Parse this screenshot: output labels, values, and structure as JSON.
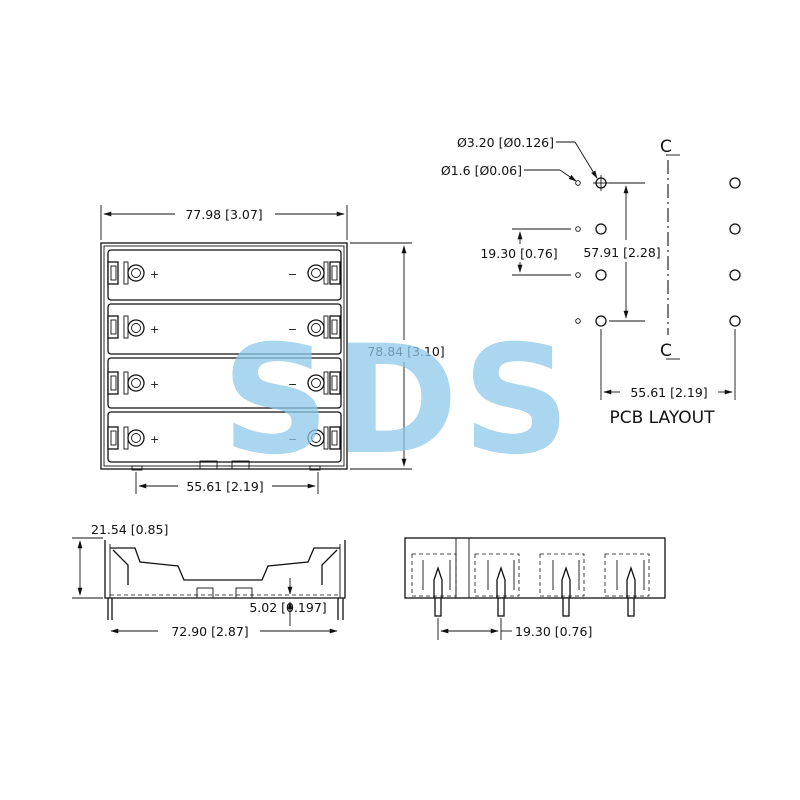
{
  "top_view": {
    "width_dim": "77.98 [3.07]",
    "height_dim": "78.84 [3.10]",
    "pin_span_dim": "55.61 [2.19]",
    "plus_sign": "+",
    "minus_sign": "−"
  },
  "pcb_layout": {
    "title": "PCB LAYOUT",
    "large_hole_dim": "Ø3.20 [Ø0.126]",
    "small_hole_dim": "Ø1.6 [Ø0.06]",
    "pitch_dim": "19.30 [0.76]",
    "row_span_dim": "57.91 [2.28]",
    "col_span_dim": "55.61 [2.19]",
    "centerline_top": "C",
    "centerline_bottom": "C"
  },
  "side_view": {
    "height_dim": "21.54 [0.85]",
    "pin_dim": "5.02 [0.197]",
    "length_dim": "72.90 [2.87]"
  },
  "front_view": {
    "pitch_dim": "19.30 [0.76]"
  },
  "watermark": {
    "text": "SDS",
    "color": "#8ec9ea"
  }
}
